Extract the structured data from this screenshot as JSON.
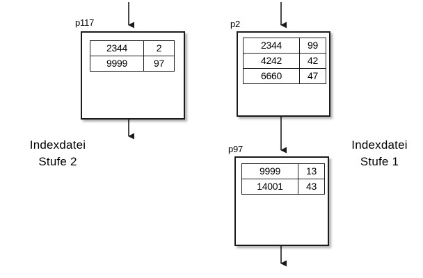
{
  "diagram": {
    "title_hidden": "",
    "background_color": "#ffffff",
    "line_color": "#1a1a1a",
    "nodes": [
      {
        "id": "p117",
        "label": "p117",
        "level_caption_ref": "left",
        "rows": [
          {
            "key": "2344",
            "pointer": "2"
          },
          {
            "key": "9999",
            "pointer": "97"
          }
        ]
      },
      {
        "id": "p2",
        "label": "p2",
        "level_caption_ref": "right",
        "rows": [
          {
            "key": "2344",
            "pointer": "99"
          },
          {
            "key": "4242",
            "pointer": "42"
          },
          {
            "key": "6660",
            "pointer": "47"
          }
        ]
      },
      {
        "id": "p97",
        "label": "p97",
        "level_caption_ref": "right",
        "rows": [
          {
            "key": "9999",
            "pointer": "13"
          },
          {
            "key": "14001",
            "pointer": "43"
          }
        ]
      }
    ],
    "captions": {
      "left": {
        "line1": "Indexdatei",
        "line2": "Stufe 2"
      },
      "right": {
        "line1": "Indexdatei",
        "line2": "Stufe 1"
      }
    },
    "arrows": [
      {
        "name": "arrow-into-p117",
        "from": "top-edge",
        "to": "p117"
      },
      {
        "name": "arrow-out-of-p117",
        "from": "p117",
        "to": "below"
      },
      {
        "name": "arrow-into-p2",
        "from": "top-edge",
        "to": "p2"
      },
      {
        "name": "arrow-p2-to-p97",
        "from": "p2",
        "to": "p97"
      },
      {
        "name": "arrow-out-of-p97",
        "from": "p97",
        "to": "below"
      }
    ]
  }
}
